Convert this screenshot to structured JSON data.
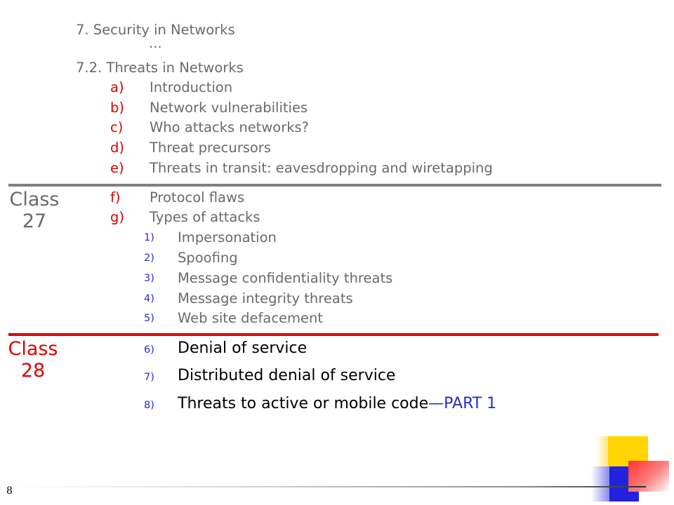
{
  "section": "7. Security in Networks",
  "ellipsis": "...",
  "subsection": "7.2. Threats in Networks",
  "items_a_e": [
    {
      "marker": "a)",
      "text": "Introduction"
    },
    {
      "marker": "b)",
      "text": "Network vulnerabilities"
    },
    {
      "marker": "c)",
      "text": "Who attacks networks?"
    },
    {
      "marker": "d)",
      "text": "Threat precursors"
    },
    {
      "marker": "e)",
      "text": "Threats in transit: eavesdropping and wiretapping"
    }
  ],
  "class27": {
    "line1": "Class",
    "line2": "27"
  },
  "items_f_g": [
    {
      "marker": "f)",
      "text": "Protocol flaws"
    },
    {
      "marker": "g)",
      "text": "Types of attacks"
    }
  ],
  "attacks_1_5": [
    {
      "marker": "1)",
      "text": "Impersonation"
    },
    {
      "marker": "2)",
      "text": "Spoofing"
    },
    {
      "marker": "3)",
      "text": "Message confidentiality threats"
    },
    {
      "marker": "4)",
      "text": "Message integrity threats"
    },
    {
      "marker": "5)",
      "text": "Web site defacement"
    }
  ],
  "class28": {
    "line1": "Class",
    "line2": "28"
  },
  "attacks_6_8": [
    {
      "marker": "6)",
      "text": "Denial of service"
    },
    {
      "marker": "7)",
      "text": "Distributed denial of service"
    },
    {
      "marker": "8)",
      "text": "Threats to active or mobile code",
      "suffix": "—PART 1"
    }
  ],
  "slide_number": "8",
  "colors": {
    "red": "#e00000",
    "gray": "#6a6a6a",
    "blue": "#2a2ad0",
    "rule_gray": "#808080",
    "rule_red": "#e00000"
  }
}
